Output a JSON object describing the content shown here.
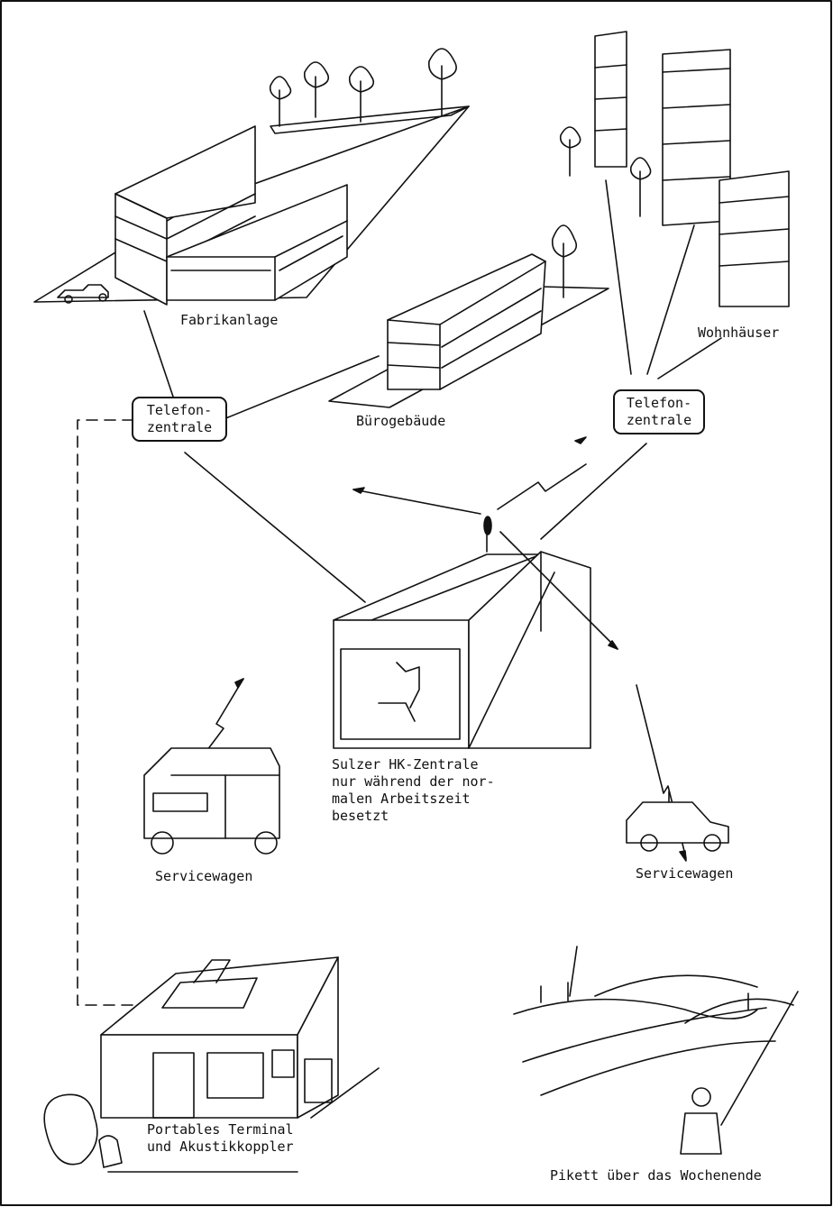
{
  "labels": {
    "factory": "Fabrikanlage",
    "office": "Bürogebäude",
    "housing": "Wohnhäuser",
    "pbx_left": "Telefon-\nzentrale",
    "pbx_right": "Telefon-\nzentrale",
    "center_line1": "Sulzer HK-Zentrale",
    "center_line2": "nur während der nor-",
    "center_line3": "malen Arbeitszeit",
    "center_line4": "besetzt",
    "van": "Servicewagen",
    "car": "Servicewagen",
    "terminal_line1": "Portables Terminal",
    "terminal_line2": "und Akustikkoppler",
    "oncall": "Pikett über das Wochenende"
  }
}
